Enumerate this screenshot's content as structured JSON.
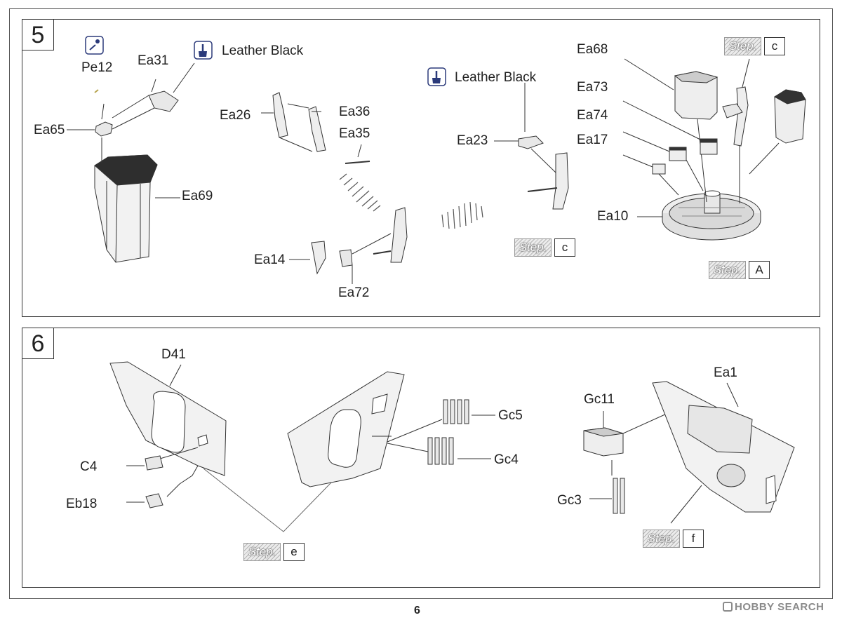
{
  "page_number": "6",
  "watermark": "HOBBY SEARCH",
  "step_word": "Step.",
  "step5": {
    "number": "5",
    "paint_brush": "Leather Black",
    "paint_brush_2": "Leather Black",
    "parts": {
      "pe12": "Pe12",
      "ea31": "Ea31",
      "ea65": "Ea65",
      "ea69": "Ea69",
      "ea26": "Ea26",
      "ea36": "Ea36",
      "ea35": "Ea35",
      "ea14": "Ea14",
      "ea72": "Ea72",
      "ea23": "Ea23",
      "ea68": "Ea68",
      "ea73": "Ea73",
      "ea74": "Ea74",
      "ea17": "Ea17",
      "ea10": "Ea10"
    },
    "step_refs": {
      "mid": "c",
      "top_right": "c",
      "bottom_right": "A"
    }
  },
  "step6": {
    "number": "6",
    "parts": {
      "d41": "D41",
      "c4": "C4",
      "eb18": "Eb18",
      "gc5": "Gc5",
      "gc4": "Gc4",
      "gc11": "Gc11",
      "gc3": "Gc3",
      "ea1": "Ea1"
    },
    "step_refs": {
      "left": "e",
      "right": "f"
    }
  },
  "icons": [
    "glue-dropper-icon",
    "paint-brush-icon"
  ],
  "colors": {
    "paint_icon": "#2b3a7a",
    "line": "#333333"
  }
}
